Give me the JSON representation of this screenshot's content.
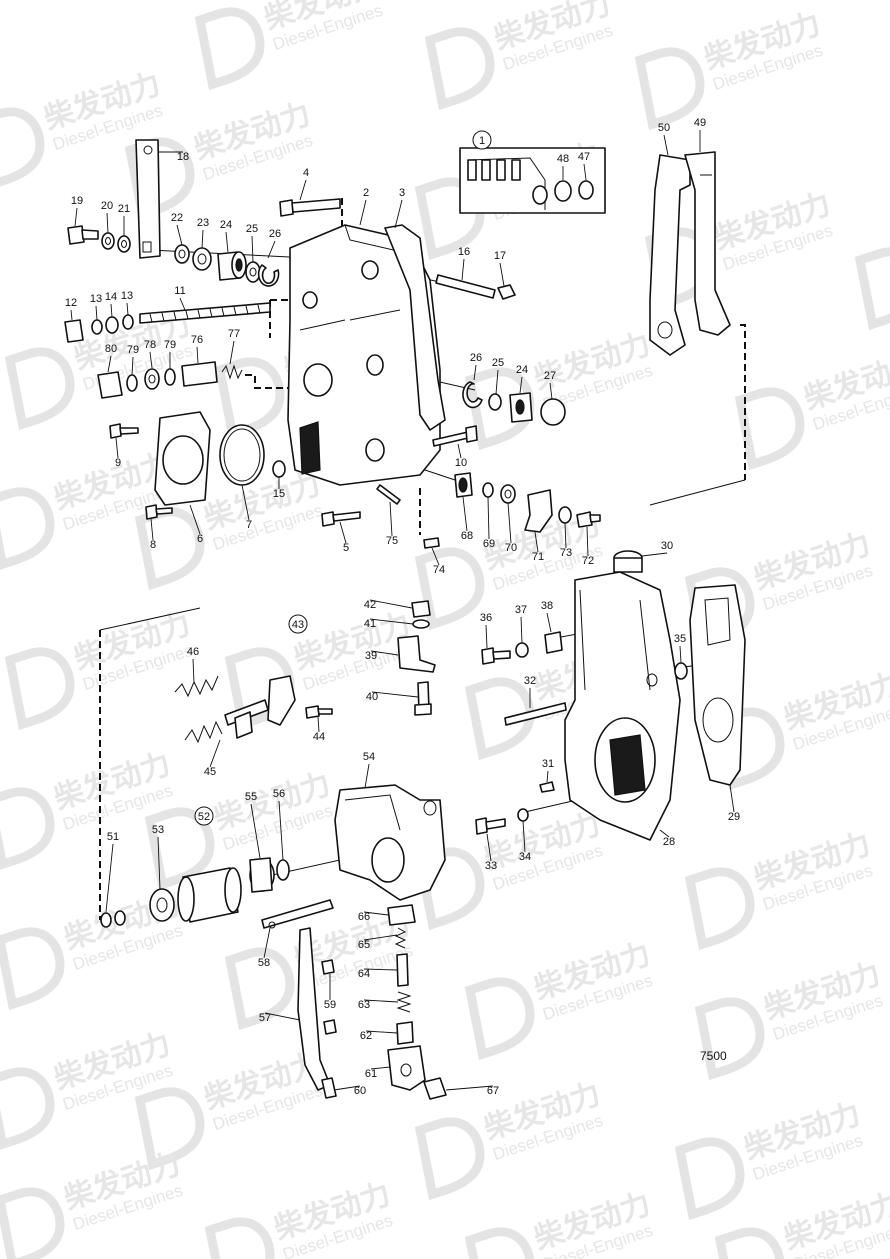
{
  "watermark": {
    "cn": "柴发动力",
    "en": "Diesel-Engines"
  },
  "reference_number": "7500",
  "callouts": [
    {
      "id": "c18",
      "text": "18"
    },
    {
      "id": "c19",
      "text": "19"
    },
    {
      "id": "c20",
      "text": "20"
    },
    {
      "id": "c21",
      "text": "21"
    },
    {
      "id": "c22",
      "text": "22"
    },
    {
      "id": "c23",
      "text": "23"
    },
    {
      "id": "c24a",
      "text": "24"
    },
    {
      "id": "c25a",
      "text": "25"
    },
    {
      "id": "c26a",
      "text": "26"
    },
    {
      "id": "c4",
      "text": "4"
    },
    {
      "id": "c2",
      "text": "2"
    },
    {
      "id": "c3",
      "text": "3"
    },
    {
      "id": "c1",
      "text": "1"
    },
    {
      "id": "c48",
      "text": "48"
    },
    {
      "id": "c47",
      "text": "47"
    },
    {
      "id": "c50",
      "text": "50"
    },
    {
      "id": "c49",
      "text": "49"
    },
    {
      "id": "c16",
      "text": "16"
    },
    {
      "id": "c17",
      "text": "17"
    },
    {
      "id": "c12",
      "text": "12"
    },
    {
      "id": "c13a",
      "text": "13"
    },
    {
      "id": "c14",
      "text": "14"
    },
    {
      "id": "c13b",
      "text": "13"
    },
    {
      "id": "c11",
      "text": "11"
    },
    {
      "id": "c80",
      "text": "80"
    },
    {
      "id": "c79a",
      "text": "79"
    },
    {
      "id": "c78",
      "text": "78"
    },
    {
      "id": "c79b",
      "text": "79"
    },
    {
      "id": "c76",
      "text": "76"
    },
    {
      "id": "c77",
      "text": "77"
    },
    {
      "id": "c26b",
      "text": "26"
    },
    {
      "id": "c25b",
      "text": "25"
    },
    {
      "id": "c24b",
      "text": "24"
    },
    {
      "id": "c27",
      "text": "27"
    },
    {
      "id": "c9",
      "text": "9"
    },
    {
      "id": "c10",
      "text": "10"
    },
    {
      "id": "c7",
      "text": "7"
    },
    {
      "id": "c15",
      "text": "15"
    },
    {
      "id": "c8",
      "text": "8"
    },
    {
      "id": "c6",
      "text": "6"
    },
    {
      "id": "c5",
      "text": "5"
    },
    {
      "id": "c75",
      "text": "75"
    },
    {
      "id": "c68",
      "text": "68"
    },
    {
      "id": "c69",
      "text": "69"
    },
    {
      "id": "c70",
      "text": "70"
    },
    {
      "id": "c71",
      "text": "71"
    },
    {
      "id": "c73",
      "text": "73"
    },
    {
      "id": "c72",
      "text": "72"
    },
    {
      "id": "c74",
      "text": "74"
    },
    {
      "id": "c30",
      "text": "30"
    },
    {
      "id": "c42",
      "text": "42"
    },
    {
      "id": "c41",
      "text": "41"
    },
    {
      "id": "c39",
      "text": "39"
    },
    {
      "id": "c40",
      "text": "40"
    },
    {
      "id": "c36",
      "text": "36"
    },
    {
      "id": "c37",
      "text": "37"
    },
    {
      "id": "c38",
      "text": "38"
    },
    {
      "id": "c35",
      "text": "35"
    },
    {
      "id": "c43",
      "text": "43"
    },
    {
      "id": "c46",
      "text": "46"
    },
    {
      "id": "c44",
      "text": "44"
    },
    {
      "id": "c45",
      "text": "45"
    },
    {
      "id": "c32",
      "text": "32"
    },
    {
      "id": "c31",
      "text": "31"
    },
    {
      "id": "c29",
      "text": "29"
    },
    {
      "id": "c28",
      "text": "28"
    },
    {
      "id": "c33",
      "text": "33"
    },
    {
      "id": "c34",
      "text": "34"
    },
    {
      "id": "c54",
      "text": "54"
    },
    {
      "id": "c55",
      "text": "55"
    },
    {
      "id": "c56",
      "text": "56"
    },
    {
      "id": "c52",
      "text": "52"
    },
    {
      "id": "c53",
      "text": "53"
    },
    {
      "id": "c51",
      "text": "51"
    },
    {
      "id": "c66",
      "text": "66"
    },
    {
      "id": "c65",
      "text": "65"
    },
    {
      "id": "c64",
      "text": "64"
    },
    {
      "id": "c63",
      "text": "63"
    },
    {
      "id": "c62",
      "text": "62"
    },
    {
      "id": "c61",
      "text": "61"
    },
    {
      "id": "c67",
      "text": "67"
    },
    {
      "id": "c58",
      "text": "58"
    },
    {
      "id": "c59",
      "text": "59"
    },
    {
      "id": "c57",
      "text": "57"
    },
    {
      "id": "c60",
      "text": "60"
    }
  ]
}
